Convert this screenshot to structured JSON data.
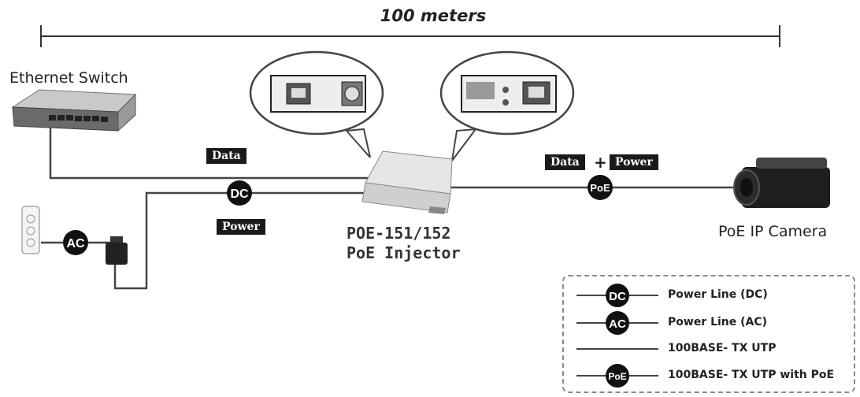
{
  "distance": {
    "label": "100 meters"
  },
  "devices": {
    "switch": "Ethernet Switch",
    "injector_model": "POE-151/152",
    "injector_type": "PoE Injector",
    "camera": "PoE IP Camera"
  },
  "tags": {
    "data_left": "Data",
    "power": "Power",
    "data_right": "Data",
    "plus": "+",
    "power_right": "Power"
  },
  "badges": {
    "dc": "DC",
    "ac": "AC",
    "poe": "PoE"
  },
  "legend": [
    {
      "badge": "DC",
      "label": "Power Line (DC)"
    },
    {
      "badge": "AC",
      "label": "Power Line (AC)"
    },
    {
      "badge": "",
      "label": "100BASE- TX UTP"
    },
    {
      "badge": "PoE",
      "label": "100BASE- TX UTP with PoE"
    }
  ]
}
